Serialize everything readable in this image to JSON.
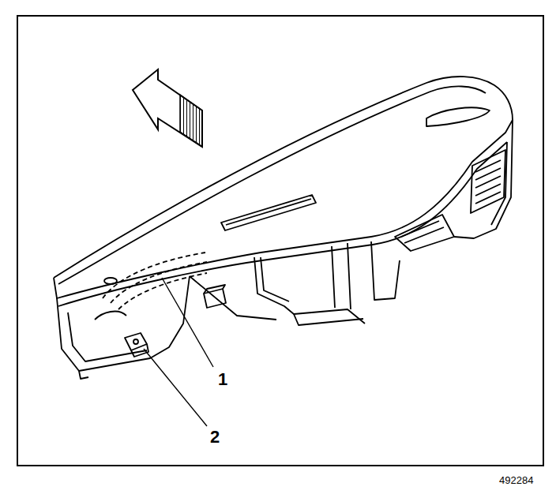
{
  "diagram": {
    "labels": [
      "1",
      "2",
      "492284"
    ]
  }
}
